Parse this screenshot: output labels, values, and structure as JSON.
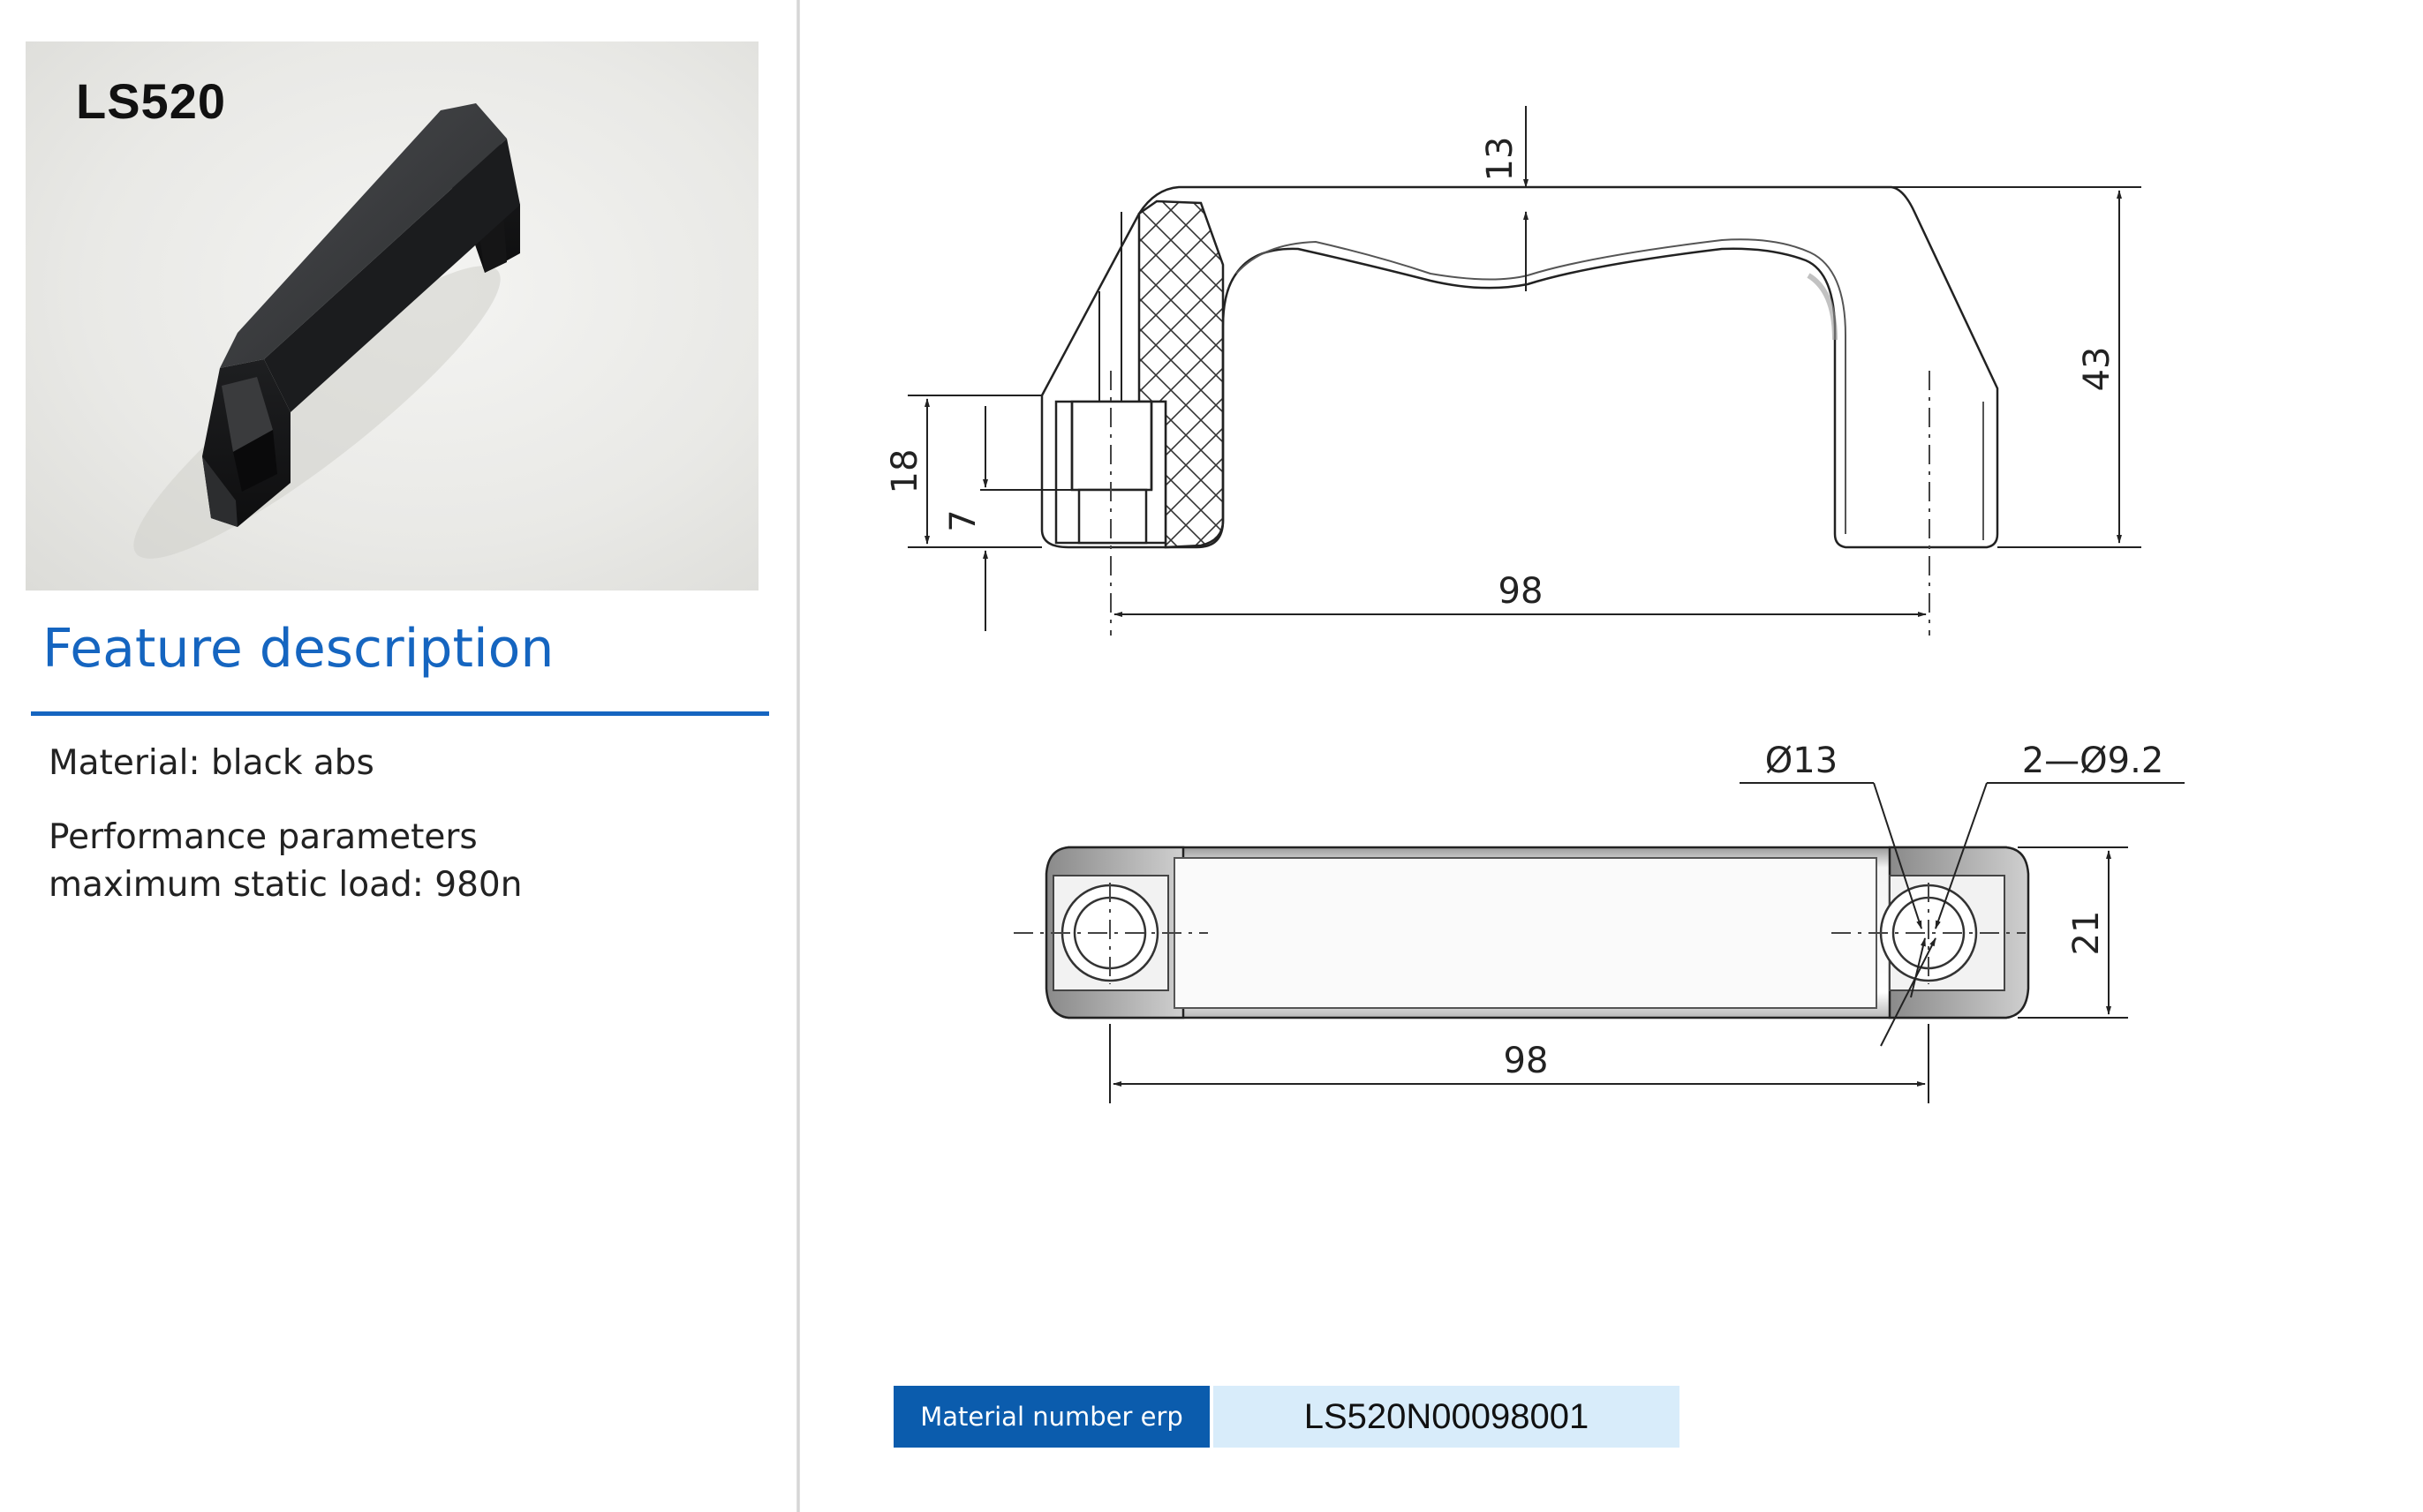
{
  "product": {
    "model": "LS520"
  },
  "feature": {
    "title": "Feature description",
    "material": "Material: black abs",
    "performance_heading": "Performance parameters",
    "max_load": "maximum static load: 980n"
  },
  "side_view": {
    "dim_top_thickness": "13",
    "dim_height": "43",
    "dim_base_height": "18",
    "dim_counterbore": "7",
    "dim_hole_spacing": "98"
  },
  "top_view": {
    "dim_counterbore_dia": "Ø13",
    "dim_hole_dia": "2—Ø9.2",
    "dim_width": "21",
    "dim_hole_spacing": "98"
  },
  "erp": {
    "label": "Material number erp",
    "value": "LS520N00098001"
  },
  "colors": {
    "accent_blue": "#1565c0",
    "erp_label_bg": "#0b5cad",
    "erp_value_bg": "#d8ecfa"
  }
}
